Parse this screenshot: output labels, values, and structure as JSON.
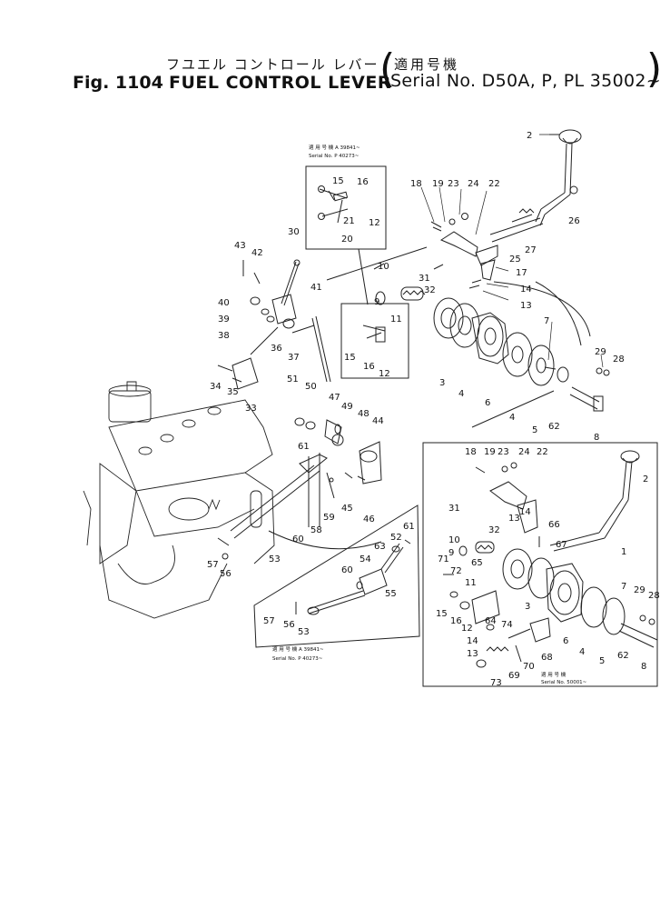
{
  "header": {
    "title_jp": "フユエル コントロール レバー",
    "fig_number": "Fig. 1104",
    "title_en": "FUEL CONTROL LEVER",
    "model_jp": "適用号機",
    "serial": "Serial No. D50A, P, PL 35002~"
  },
  "notes": {
    "inset_top_jp": "適 用 号 機  A 39841~",
    "inset_top_serial": "Serial No. P 40273~",
    "inset_bottom_jp": "適 用 号 機  A 39841~",
    "inset_bottom_serial": "Serial No. P 40273~",
    "inset_right_jp": "適 用 号 機",
    "inset_right_serial": "Serial No. 50001~"
  },
  "labels": {
    "main": [
      "2",
      "26",
      "27",
      "25",
      "22",
      "24",
      "23",
      "19",
      "18",
      "17",
      "14",
      "13",
      "31",
      "32",
      "10",
      "9",
      "11",
      "30",
      "43",
      "42",
      "41",
      "40",
      "39",
      "38",
      "36",
      "37",
      "34",
      "35",
      "33",
      "15",
      "16",
      "12",
      "3",
      "4",
      "6",
      "4",
      "5",
      "7",
      "29",
      "28",
      "62",
      "8",
      "51",
      "50",
      "47",
      "49",
      "48",
      "44",
      "61",
      "45",
      "46",
      "59",
      "58",
      "60",
      "57",
      "56",
      "53"
    ],
    "inset_top": [
      "15",
      "16",
      "21",
      "12",
      "20"
    ],
    "inset_bottom": [
      "63",
      "52",
      "61",
      "54",
      "60",
      "55",
      "57",
      "56",
      "53"
    ],
    "inset_right": [
      "18",
      "19",
      "23",
      "24",
      "22",
      "2",
      "31",
      "14",
      "32",
      "13",
      "66",
      "10",
      "9",
      "67",
      "1",
      "71",
      "72",
      "65",
      "11",
      "15",
      "16",
      "12",
      "64",
      "74",
      "14",
      "13",
      "3",
      "70",
      "68",
      "69",
      "73",
      "6",
      "7",
      "29",
      "28",
      "4",
      "5",
      "62",
      "8"
    ]
  }
}
